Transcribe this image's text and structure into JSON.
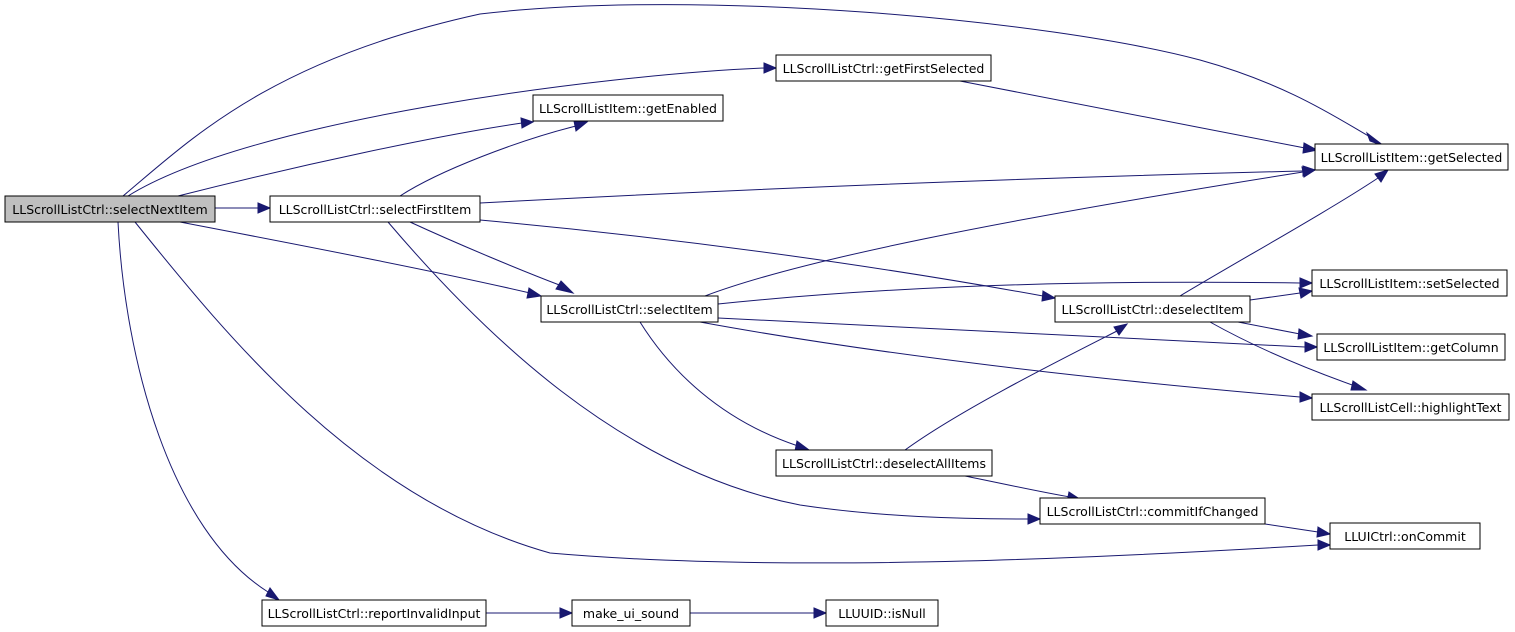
{
  "nodes": {
    "selectNextItem": "LLScrollListCtrl::selectNextItem",
    "getFirstSelected": "LLScrollListCtrl::getFirstSelected",
    "getEnabled": "LLScrollListItem::getEnabled",
    "getSelected": "LLScrollListItem::getSelected",
    "selectFirstItem": "LLScrollListCtrl::selectFirstItem",
    "selectItem": "LLScrollListCtrl::selectItem",
    "deselectItem": "LLScrollListCtrl::deselectItem",
    "setSelected": "LLScrollListItem::setSelected",
    "getColumn": "LLScrollListItem::getColumn",
    "highlightText": "LLScrollListCell::highlightText",
    "deselectAllItems": "LLScrollListCtrl::deselectAllItems",
    "commitIfChanged": "LLScrollListCtrl::commitIfChanged",
    "onCommit": "LLUICtrl::onCommit",
    "reportInvalidInput": "LLScrollListCtrl::reportInvalidInput",
    "make_ui_sound": "make_ui_sound",
    "isNull": "LLUUID::isNull"
  },
  "edges": [
    {
      "from": "selectNextItem",
      "to": "getSelected"
    },
    {
      "from": "selectNextItem",
      "to": "getFirstSelected"
    },
    {
      "from": "selectNextItem",
      "to": "getEnabled"
    },
    {
      "from": "selectNextItem",
      "to": "selectFirstItem"
    },
    {
      "from": "selectNextItem",
      "to": "selectItem"
    },
    {
      "from": "selectNextItem",
      "to": "onCommit"
    },
    {
      "from": "selectNextItem",
      "to": "reportInvalidInput"
    },
    {
      "from": "getFirstSelected",
      "to": "getSelected"
    },
    {
      "from": "selectFirstItem",
      "to": "getEnabled"
    },
    {
      "from": "selectFirstItem",
      "to": "getSelected"
    },
    {
      "from": "selectFirstItem",
      "to": "selectItem"
    },
    {
      "from": "selectFirstItem",
      "to": "deselectItem"
    },
    {
      "from": "selectFirstItem",
      "to": "commitIfChanged"
    },
    {
      "from": "selectItem",
      "to": "getSelected"
    },
    {
      "from": "selectItem",
      "to": "setSelected"
    },
    {
      "from": "selectItem",
      "to": "getColumn"
    },
    {
      "from": "selectItem",
      "to": "highlightText"
    },
    {
      "from": "selectItem",
      "to": "deselectAllItems"
    },
    {
      "from": "deselectItem",
      "to": "getSelected"
    },
    {
      "from": "deselectItem",
      "to": "setSelected"
    },
    {
      "from": "deselectItem",
      "to": "getColumn"
    },
    {
      "from": "deselectItem",
      "to": "highlightText"
    },
    {
      "from": "deselectAllItems",
      "to": "deselectItem"
    },
    {
      "from": "deselectAllItems",
      "to": "commitIfChanged"
    },
    {
      "from": "commitIfChanged",
      "to": "onCommit"
    },
    {
      "from": "reportInvalidInput",
      "to": "make_ui_sound"
    },
    {
      "from": "make_ui_sound",
      "to": "isNull"
    }
  ],
  "colors": {
    "edge": "#191970",
    "root_fill": "#bfbfbf",
    "node_fill": "#ffffff",
    "node_border": "#000000"
  }
}
